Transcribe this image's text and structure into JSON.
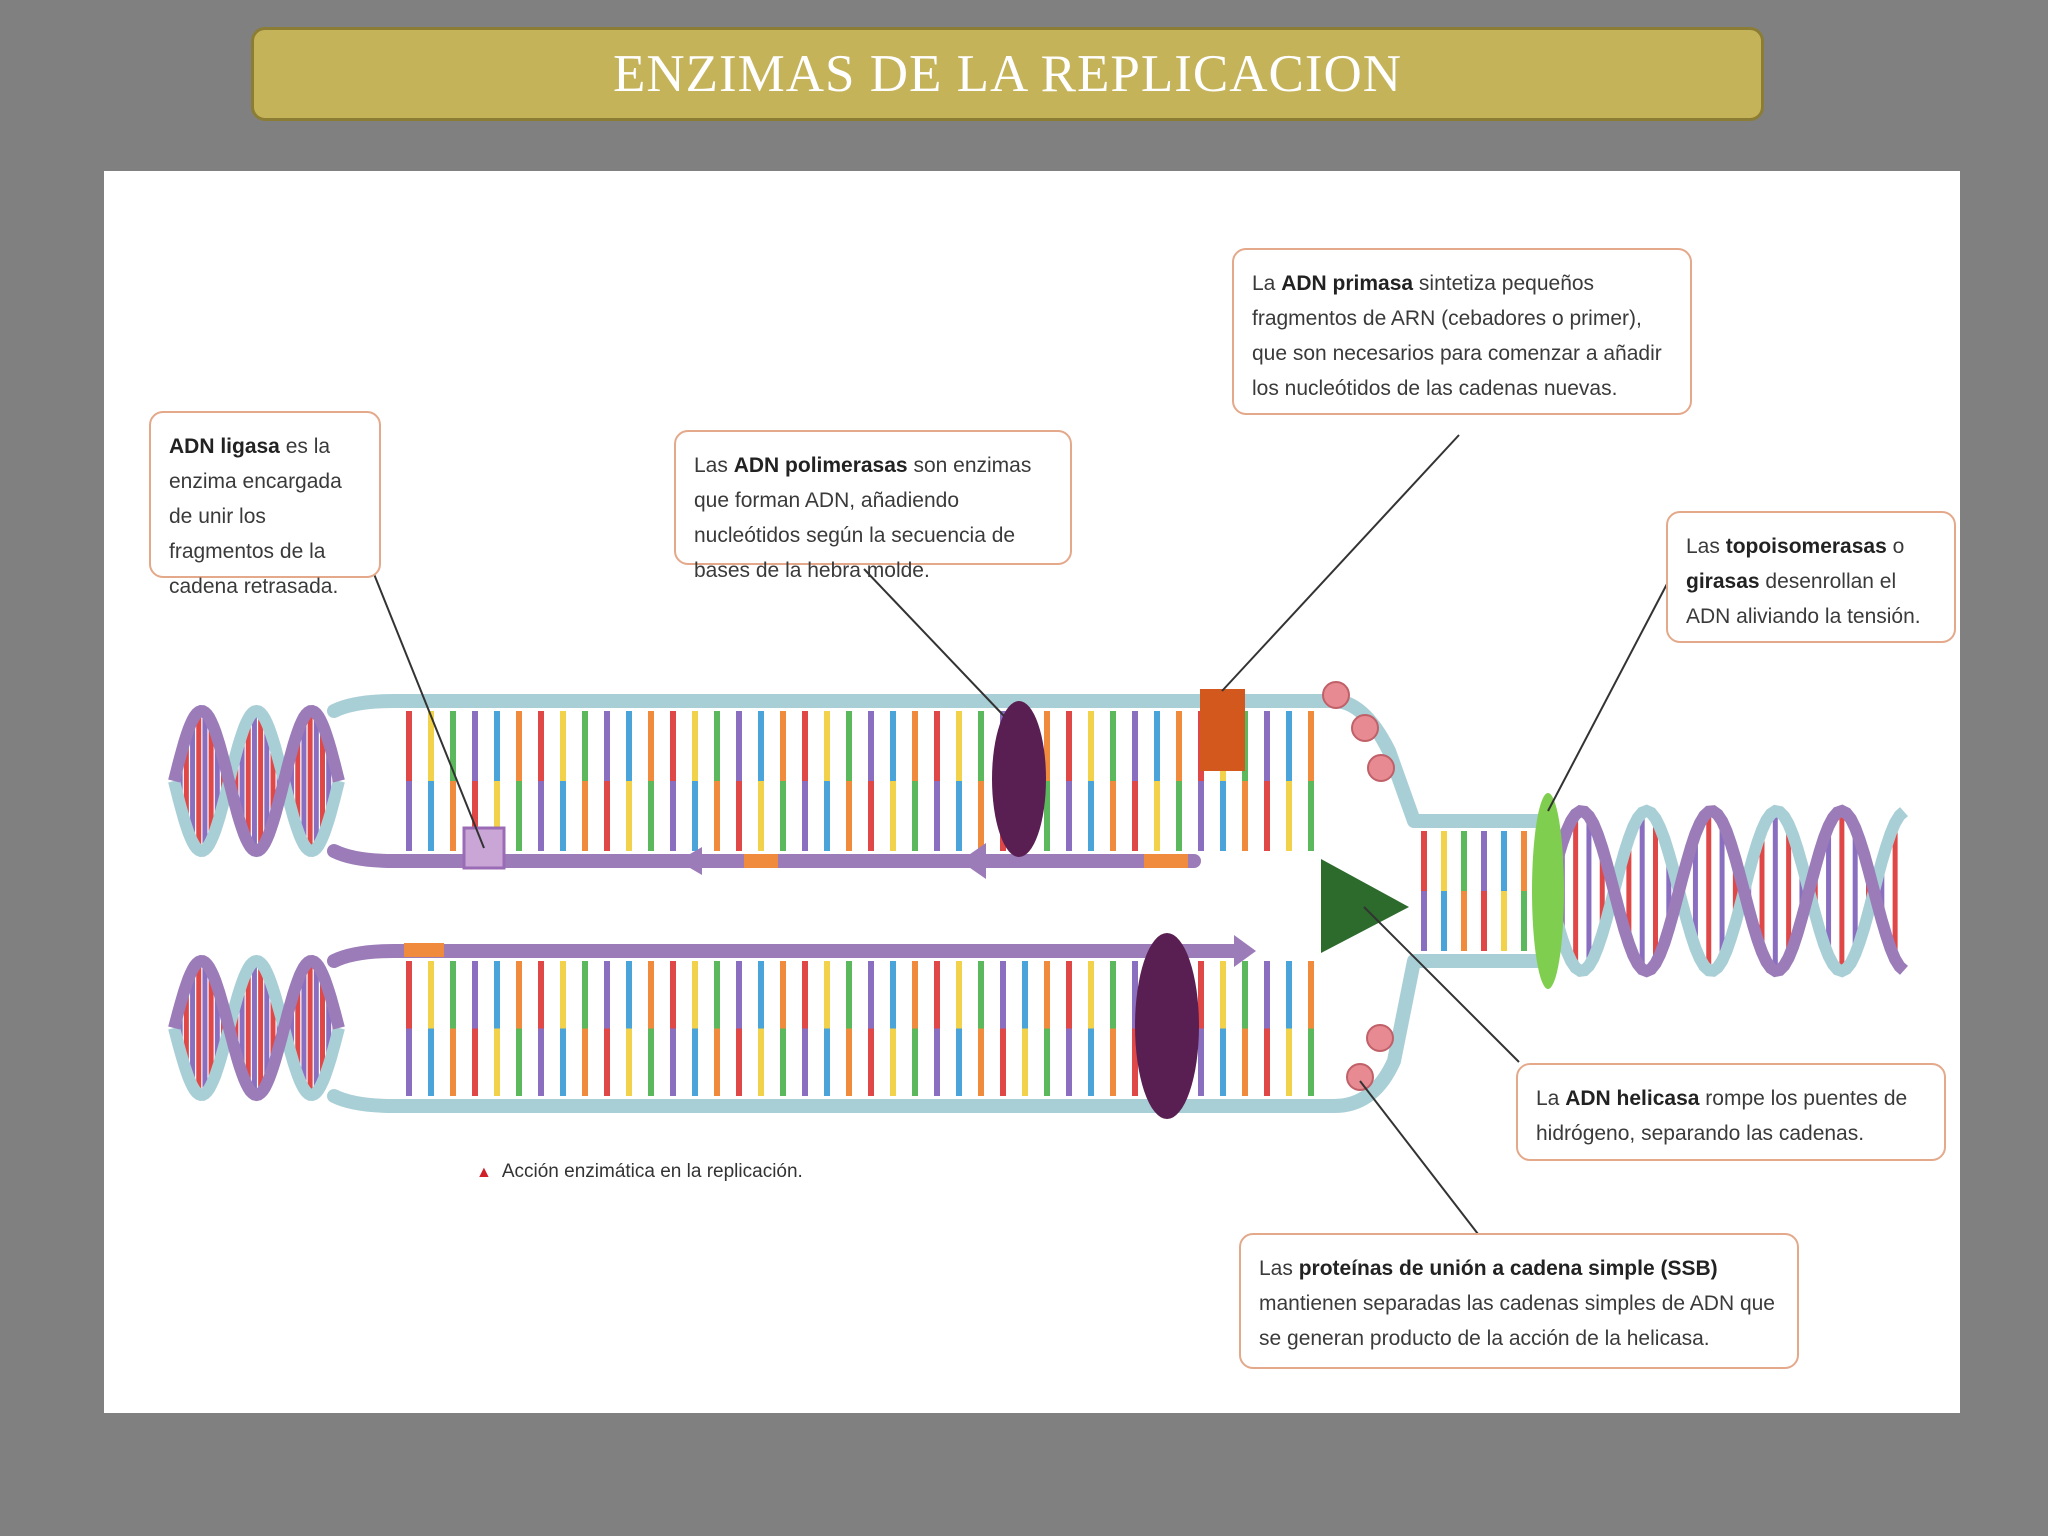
{
  "slide": {
    "title": "ENZIMAS DE LA REPLICACION"
  },
  "callouts": {
    "ligasa": {
      "pre": "",
      "bold": "ADN ligasa",
      "post": " es la enzima encargada de unir los fragmentos de la cadena retrasada."
    },
    "polimerasas": {
      "pre": "Las ",
      "bold": "ADN polimerasas",
      "post": " son enzimas que forman ADN, añadiendo nucleótidos según la secuencia de bases de la hebra molde."
    },
    "primasa": {
      "pre": "La ",
      "bold": "ADN primasa",
      "post": " sintetiza pequeños fragmentos de ARN (cebadores o primer), que son necesarios para comenzar a añadir los nucleótidos de las cadenas nuevas."
    },
    "topoisomerasas": {
      "pre": "Las ",
      "bold": "topoisomerasas",
      "mid": " o ",
      "bold2": "girasas",
      "post": " desenrollan el ADN aliviando la tensión."
    },
    "helicasa": {
      "pre": "La ",
      "bold": "ADN helicasa",
      "post": " rompe los puentes de hidrógeno, separando las cadenas."
    },
    "ssb": {
      "pre": "Las ",
      "bold": "proteínas de unión a cadena simple (SSB)",
      "post": " mantienen separadas las cadenas simples de ADN que se generan producto de la acción de la helicasa."
    }
  },
  "caption": "Acción enzimática en la replicación.",
  "colors": {
    "title_bg": "#c5b35a",
    "backbone": "#a9cfd6",
    "new_strand": "#9b7cb8",
    "polymerase": "#5a1f52",
    "primase": "#d2581e",
    "helicase": "#2d6b2d",
    "topoisomerase": "#7fce4f",
    "ssb": "#e88a92",
    "ligase": "#c9a6d6",
    "callout_border": "#e3a98a"
  },
  "icons": [
    "triangle-marker-icon"
  ]
}
